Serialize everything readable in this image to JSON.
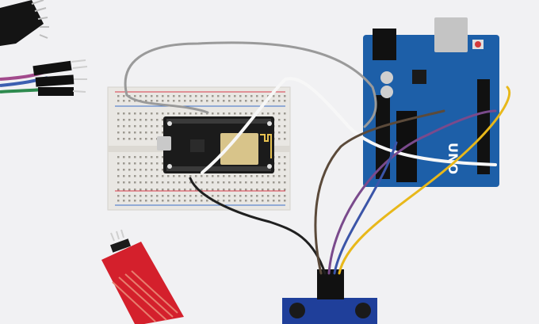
{
  "scene": {
    "background_color": "#f1f1f3",
    "objects": [
      {
        "name": "breadboard",
        "color": "#eceae6"
      },
      {
        "name": "nodemcu-esp8266-board",
        "color": "#1b1b1b"
      },
      {
        "name": "arduino-uno-board",
        "color": "#1d5fa8"
      },
      {
        "name": "water-level-sensor",
        "color": "#d4202c"
      },
      {
        "name": "ultrasonic-sensor-module",
        "color": "#1f3f9a"
      },
      {
        "name": "jumper-wires",
        "colors": [
          "#9a9a9a",
          "#f4f4f4",
          "#202020",
          "#e8b81a",
          "#7a4a8c",
          "#5b4a3a"
        ]
      },
      {
        "name": "male-header-pin-bundle",
        "color": "#111111"
      }
    ],
    "printed_text": {
      "arduino_logo": "UNO"
    }
  }
}
